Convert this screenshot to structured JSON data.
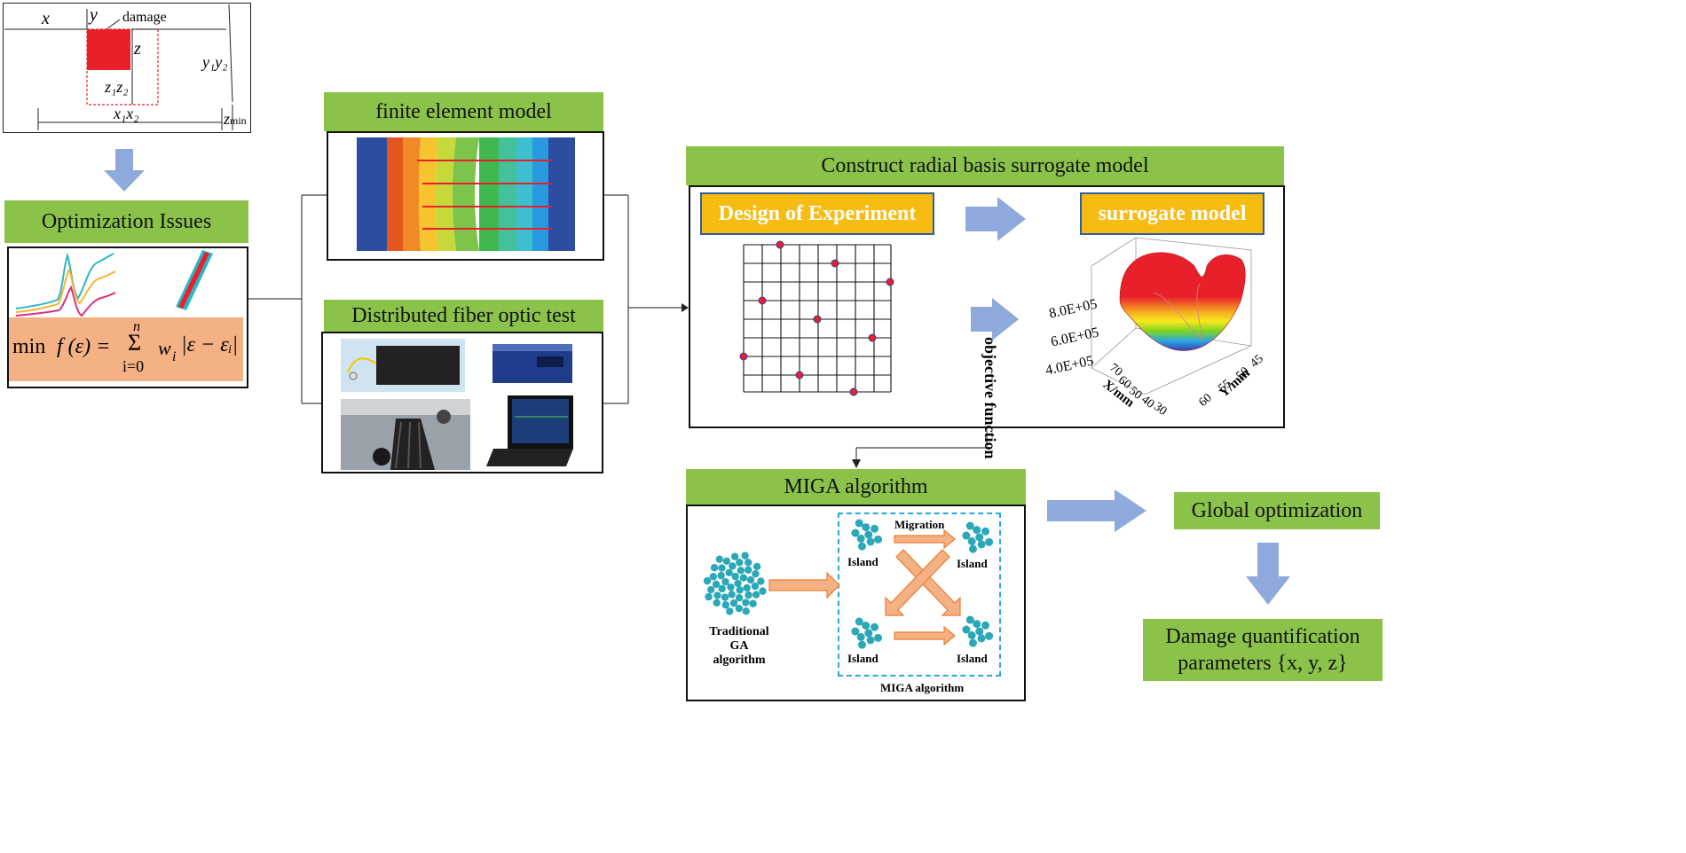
{
  "damage_sketch": {
    "x": "x",
    "y": "y",
    "z": "z",
    "damage": "damage",
    "y1y2": "y₁y₂",
    "z1z2": "z₁z₂",
    "x1x2": "x₁x₂",
    "zmin": "z",
    "zmin_sub": "min"
  },
  "optimization": {
    "title": "Optimization Issues",
    "formula_min": "min",
    "formula_f": "f (ε) =",
    "formula_n": "n",
    "formula_sigma": "Σ",
    "formula_i0": "i=0",
    "formula_w": "w",
    "formula_wi": "i",
    "formula_abs": "|ε − εᵢ|"
  },
  "fem": {
    "title": "finite element model"
  },
  "fiber": {
    "title": "Distributed fiber optic test"
  },
  "surrogate": {
    "title": "Construct radial basis surrogate model",
    "doe_label": "Design of Experiment",
    "sm_label": "surrogate model",
    "z_axis": "objective function",
    "z_ticks": [
      "8.0E+05",
      "6.0E+05",
      "4.0E+05"
    ],
    "x_axis": "X/mm",
    "x_ticks": [
      "70",
      "60",
      "50",
      "40",
      "30"
    ],
    "y_axis": "Y/mm",
    "y_ticks": [
      "45",
      "50",
      "55",
      "60"
    ]
  },
  "miga": {
    "title": "MIGA algorithm",
    "traditional": "Traditional GA algorithm",
    "traditional_l1": "Traditional GA",
    "traditional_l2": "algorithm",
    "migration": "Migration",
    "island": "Island",
    "miga_label": "MIGA algorithm"
  },
  "global_opt": {
    "title": "Global optimization"
  },
  "damage_params": {
    "line1": "Damage quantification",
    "line2": "parameters {x, y, z}"
  },
  "colors": {
    "green": "#8bc34a",
    "yellow": "#f7bc12",
    "arrow": "#8ea9db",
    "red": "#e8202a",
    "teal": "#2aa8b8",
    "orange": "#f4b183"
  }
}
